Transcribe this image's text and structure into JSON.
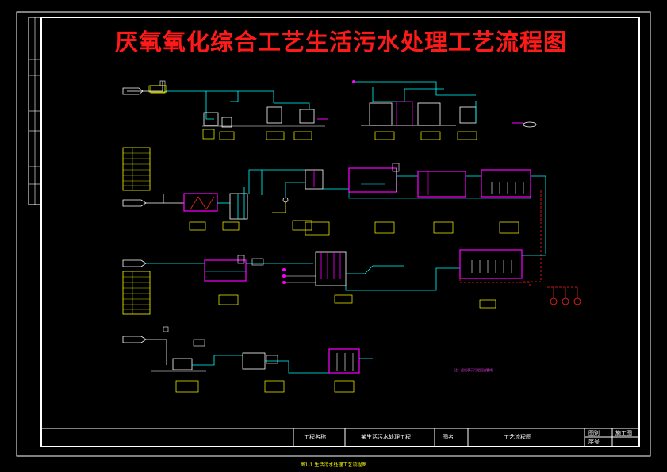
{
  "drawing": {
    "title": "厌氧氧化综合工艺生活污水处理工艺流程图",
    "caption": "图1-1 生活污水处理工艺流程图"
  },
  "title_block": {
    "project_name_label": "工程名称",
    "project_name": "某生活污水处理工程",
    "drawing_name_label": "图名",
    "drawing_name": "工艺流程图",
    "sheet_label": "图别",
    "sheet_value": "施工图",
    "number_label": "序号"
  },
  "colors": {
    "border": "#ffffff",
    "title": "#ff1a1a",
    "pipe_main": "#00ffff",
    "equipment": "#ff00ff",
    "labels": "#ffff00",
    "sludge": "#ff2020"
  }
}
